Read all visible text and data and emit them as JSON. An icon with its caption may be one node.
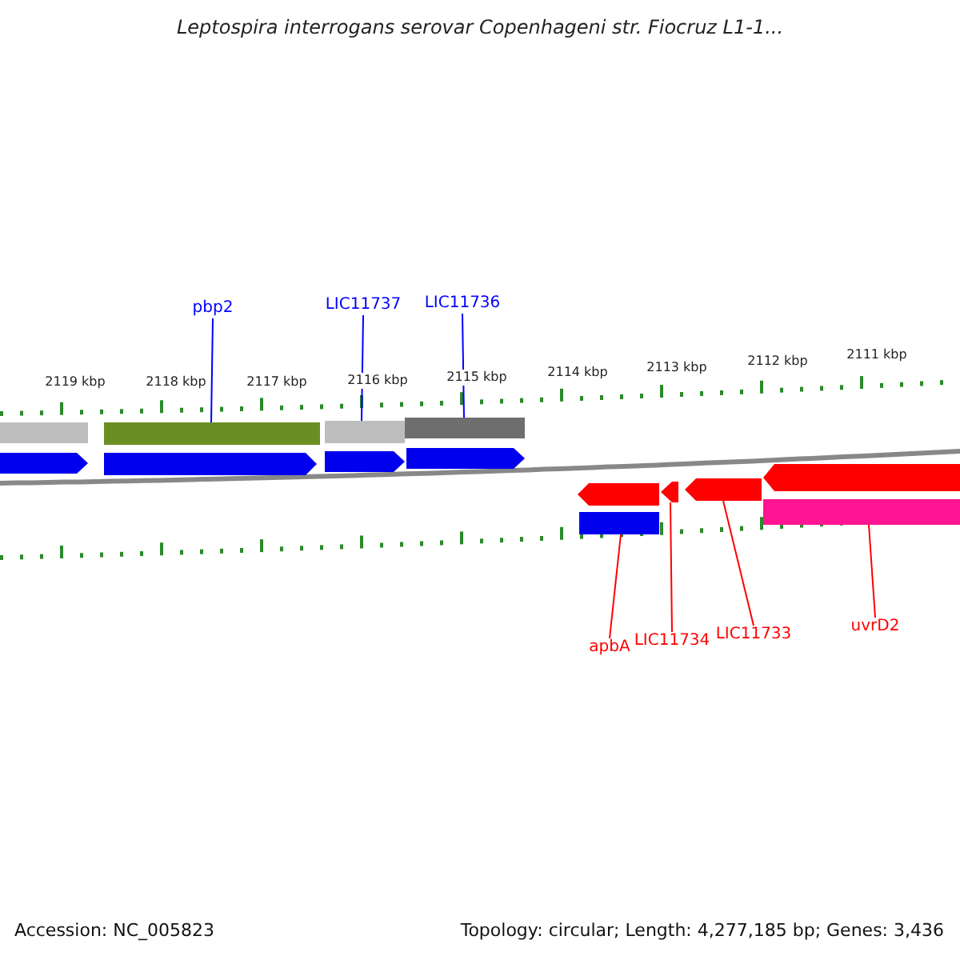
{
  "diagram": {
    "title": "Leptospira interrogans serovar Copenhageni str. Fiocruz L1-1...",
    "nodes": [
      {
        "text": [
          "pbp2"
        ]
      },
      {
        "text": [
          "LIC11737"
        ]
      },
      {
        "text": [
          "LIC11736"
        ]
      },
      {
        "text": [],
        "shape": "bar"
      },
      {
        "text": [],
        "shape": "bar"
      },
      {
        "text": [],
        "shape": "bar"
      },
      {
        "text": [],
        "shape": "bar"
      },
      {
        "text": [],
        "shape": "arrow"
      },
      {
        "text": [],
        "shape": "arrow"
      },
      {
        "text": [],
        "shape": "arrow"
      },
      {
        "text": [],
        "shape": "arrow"
      },
      {
        "text": [],
        "shape": "arrow"
      },
      {
        "text": [],
        "shape": "arrow"
      },
      {
        "text": [],
        "shape": "arrow"
      },
      {
        "text": [],
        "shape": "arrow"
      },
      {
        "text": [],
        "shape": "bar"
      },
      {
        "text": [],
        "shape": "bar"
      },
      {
        "text": [
          "apbA"
        ]
      },
      {
        "text": [
          "LIC11734"
        ]
      },
      {
        "text": [
          "LIC11733"
        ]
      },
      {
        "text": [
          "uvrD2"
        ]
      }
    ],
    "edges": [
      {
        "from": 0,
        "to": 4,
        "arrow": "none",
        "color": "#0000ff"
      },
      {
        "from": 1,
        "to": 5,
        "arrow": "none",
        "color": "#0000ff"
      },
      {
        "from": 2,
        "to": 6,
        "arrow": "none",
        "color": "#0000ff"
      },
      {
        "from": 17,
        "to": 15,
        "arrow": "none",
        "color": "#ff0000"
      },
      {
        "from": 18,
        "to": 12,
        "arrow": "none",
        "color": "#ff0000"
      },
      {
        "from": 19,
        "to": 13,
        "arrow": "none",
        "color": "#ff0000"
      },
      {
        "from": 20,
        "to": 16,
        "arrow": "none",
        "color": "#ff0000"
      }
    ],
    "labels": [
      "2119 kbp",
      "2118 kbp",
      "2117 kbp",
      "2116 kbp",
      "2115 kbp",
      "2114 kbp",
      "2113 kbp",
      "2112 kbp",
      "2111 kbp",
      "Accession: NC_005823",
      "Topology: circular; Length: 4,277,185 bp; Genes: 3,436"
    ]
  }
}
